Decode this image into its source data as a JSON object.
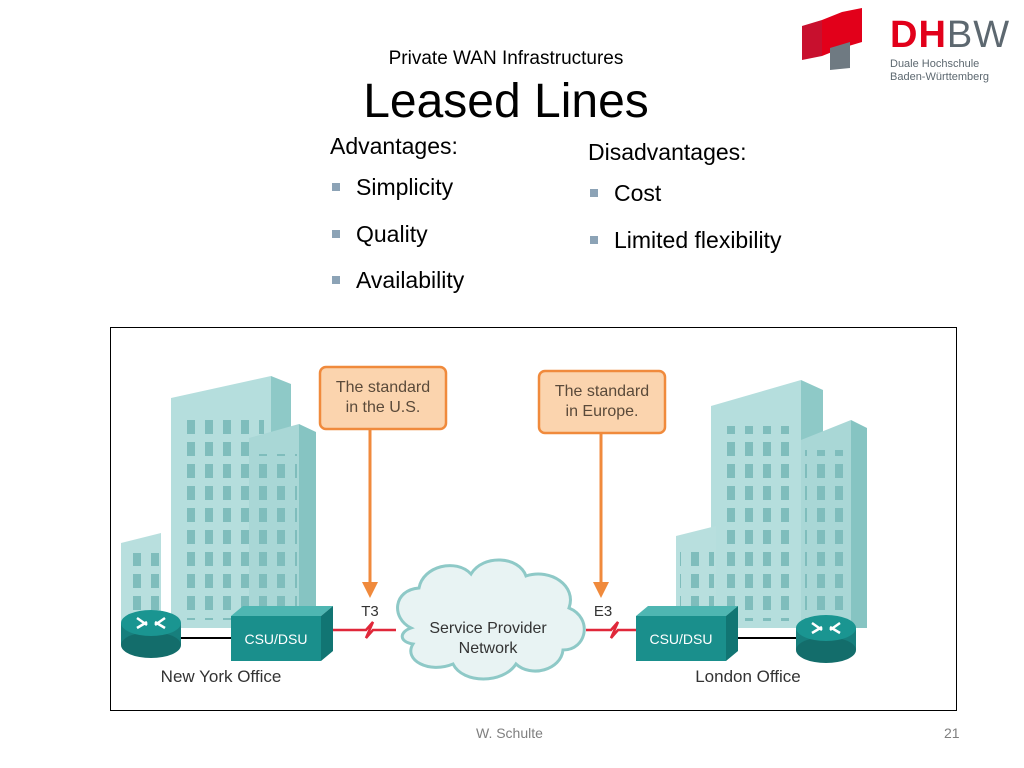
{
  "slide": {
    "subtitle": "Private WAN Infrastructures",
    "title": "Leased Lines",
    "advantages": {
      "heading": "Advantages:",
      "items": [
        "Simplicity",
        "Quality",
        "Availability"
      ]
    },
    "disadvantages": {
      "heading": "Disadvantages:",
      "items": [
        "Cost",
        "Limited flexibility"
      ]
    },
    "logo": {
      "letters_dh": "DH",
      "letters_bw": "BW",
      "line1": "Duale Hochschule",
      "line2": "Baden-Württemberg"
    },
    "footer": {
      "author": "W. Schulte",
      "page": "21"
    }
  },
  "diagram": {
    "callout_left": [
      "The standard",
      "in the U.S."
    ],
    "callout_right": [
      "The standard",
      "in Europe."
    ],
    "link_left": "T3",
    "link_right": "E3",
    "csu_left": "CSU/DSU",
    "csu_right": "CSU/DSU",
    "cloud": [
      "Service Provider",
      "Network"
    ],
    "office_left": "New York Office",
    "office_right": "London Office"
  },
  "colors": {
    "accent_red": "#e2001a",
    "building": "#a9d7d6",
    "device": "#1a8f8c",
    "callout_fill": "#fbd4ae",
    "callout_border": "#f08a3c",
    "link_red": "#e0283a"
  }
}
